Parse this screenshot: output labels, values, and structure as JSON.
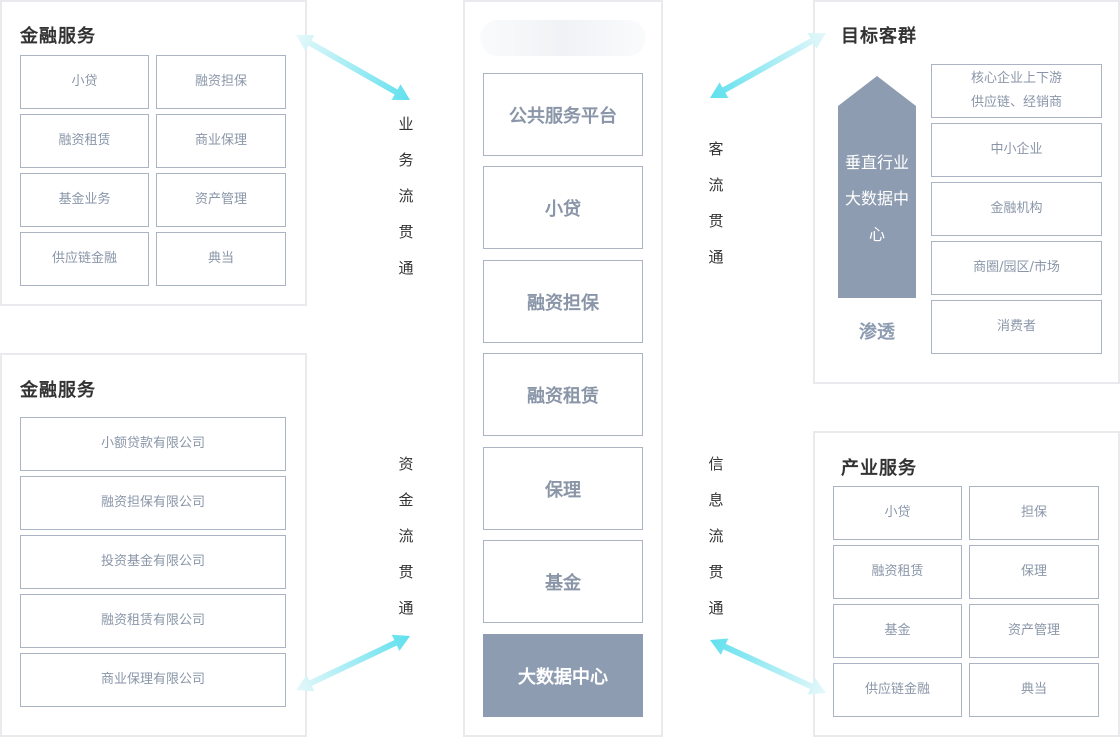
{
  "colors": {
    "border": "#aab4c2",
    "text": "#8a96a8",
    "dark_fill": "#8e9cb2",
    "arrow": "#5fe0ee"
  },
  "finance_top": {
    "title": "金融服务",
    "items": [
      "小贷",
      "融资担保",
      "融资租赁",
      "商业保理",
      "基金业务",
      "资产管理",
      "供应链金融",
      "典当"
    ]
  },
  "finance_bottom": {
    "title": "金融服务",
    "items": [
      "小额贷款有限公司",
      "融资担保有限公司",
      "投资基金有限公司",
      "融资租赁有限公司",
      "商业保理有限公司"
    ]
  },
  "center": {
    "items": [
      "公共服务平台",
      "小贷",
      "融资担保",
      "融资租赁",
      "保理",
      "基金"
    ],
    "bigdata": "大数据中心"
  },
  "flows": {
    "business": "业务流贯通",
    "capital": "资金流贯通",
    "customer": "客流贯通",
    "info": "信息流贯通"
  },
  "target": {
    "title": "目标客群",
    "tower": "垂直行业大数据中心",
    "penetrate": "渗透",
    "items": [
      {
        "line1": "核心企业上下游",
        "line2": "供应链、经销商"
      },
      {
        "line1": "中小企业"
      },
      {
        "line1": "金融机构"
      },
      {
        "line1": "商圈/园区/市场"
      },
      {
        "line1": "消费者"
      }
    ]
  },
  "industry": {
    "title": "产业服务",
    "items": [
      "小贷",
      "担保",
      "融资租赁",
      "保理",
      "基金",
      "资产管理",
      "供应链金融",
      "典当"
    ]
  },
  "icons": [
    "double-arrow-icon"
  ]
}
